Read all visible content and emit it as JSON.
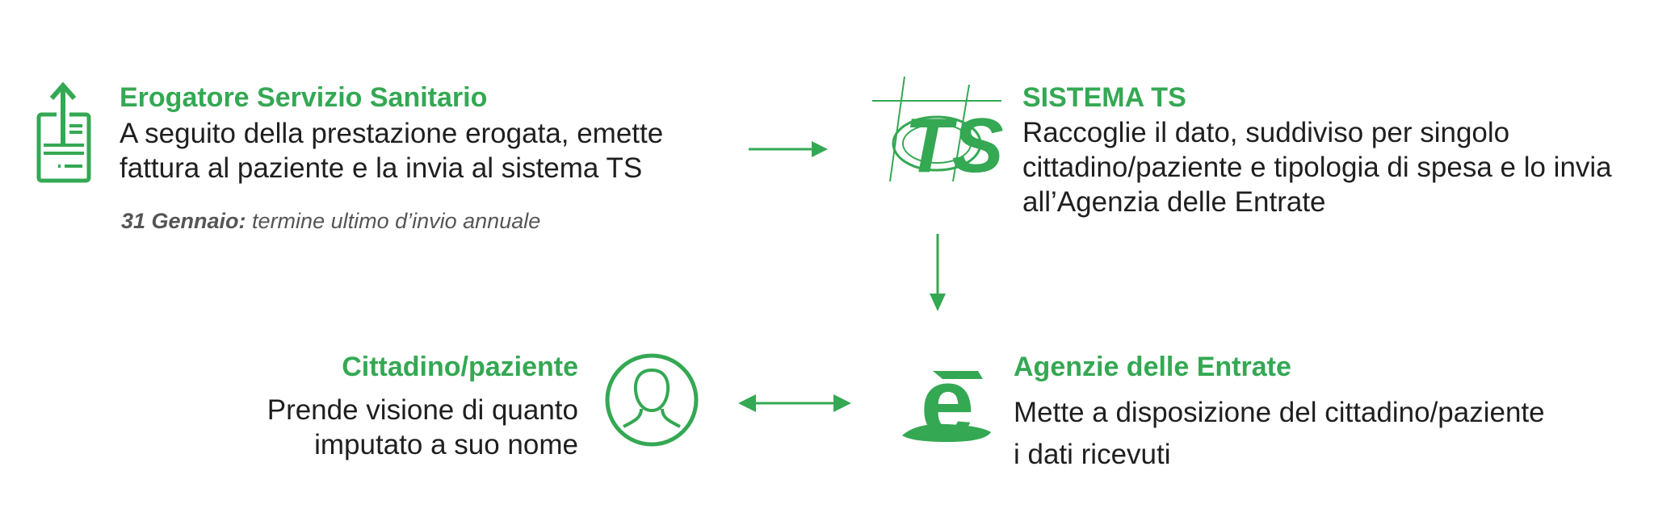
{
  "colors": {
    "accent": "#34a853",
    "text": "#1f1f1f",
    "muted": "#555555"
  },
  "nodes": {
    "erogatore": {
      "icon": "document-upload-icon",
      "title": "Erogatore Servizio Sanitario",
      "lines": [
        "A seguito della prestazione erogata, emette",
        "fattura al paziente e la invia al sistema TS"
      ],
      "note_bold": "31 Gennaio:",
      "note_text": " termine ultimo d’invio annuale"
    },
    "sistema_ts": {
      "icon": "sistema-ts-logo",
      "title": "SISTEMA TS",
      "lines": [
        "Raccoglie il dato, suddiviso per singolo",
        "cittadino/paziente e tipologia di spesa e lo invia",
        "all’Agenzia delle Entrate"
      ]
    },
    "agenzia": {
      "icon": "agenzia-entrate-logo",
      "title": "Agenzie delle Entrate",
      "lines": [
        "Mette a disposizione del cittadino/paziente",
        "i dati ricevuti"
      ]
    },
    "cittadino": {
      "icon": "person-avatar-icon",
      "title": "Cittadino/paziente",
      "lines": [
        "Prende visione di quanto",
        "imputato a suo nome"
      ]
    }
  },
  "edges": [
    {
      "from": "erogatore",
      "to": "sistema_ts",
      "direction": "right"
    },
    {
      "from": "sistema_ts",
      "to": "agenzia",
      "direction": "down"
    },
    {
      "from": "agenzia",
      "to": "cittadino",
      "direction": "both"
    }
  ]
}
